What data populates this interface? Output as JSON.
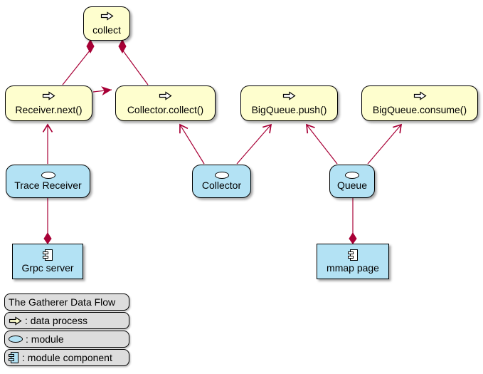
{
  "colors": {
    "process_fill": "#FEFECE",
    "module_fill": "#B3E2F4",
    "edge": "#A80036",
    "legend_bg": "#DDDDDD",
    "border": "#000000"
  },
  "nodes": {
    "collect": {
      "label": "collect"
    },
    "receiver_next": {
      "label": "Receiver.next()"
    },
    "collector_collect": {
      "label": "Collector.collect()"
    },
    "bigqueue_push": {
      "label": "BigQueue.push()"
    },
    "bigqueue_consume": {
      "label": "BigQueue.consume()"
    },
    "trace_receiver": {
      "label": "Trace Receiver"
    },
    "collector": {
      "label": "Collector"
    },
    "queue": {
      "label": "Queue"
    },
    "grpc_server": {
      "label": "Grpc server"
    },
    "mmap_page": {
      "label": "mmap page"
    }
  },
  "legend": {
    "title": "The Gatherer Data Flow",
    "items": [
      {
        "icon": "data-process-icon",
        "label": ": data process"
      },
      {
        "icon": "module-icon",
        "label": ": module"
      },
      {
        "icon": "module-component-icon",
        "label": ": module component"
      }
    ]
  }
}
